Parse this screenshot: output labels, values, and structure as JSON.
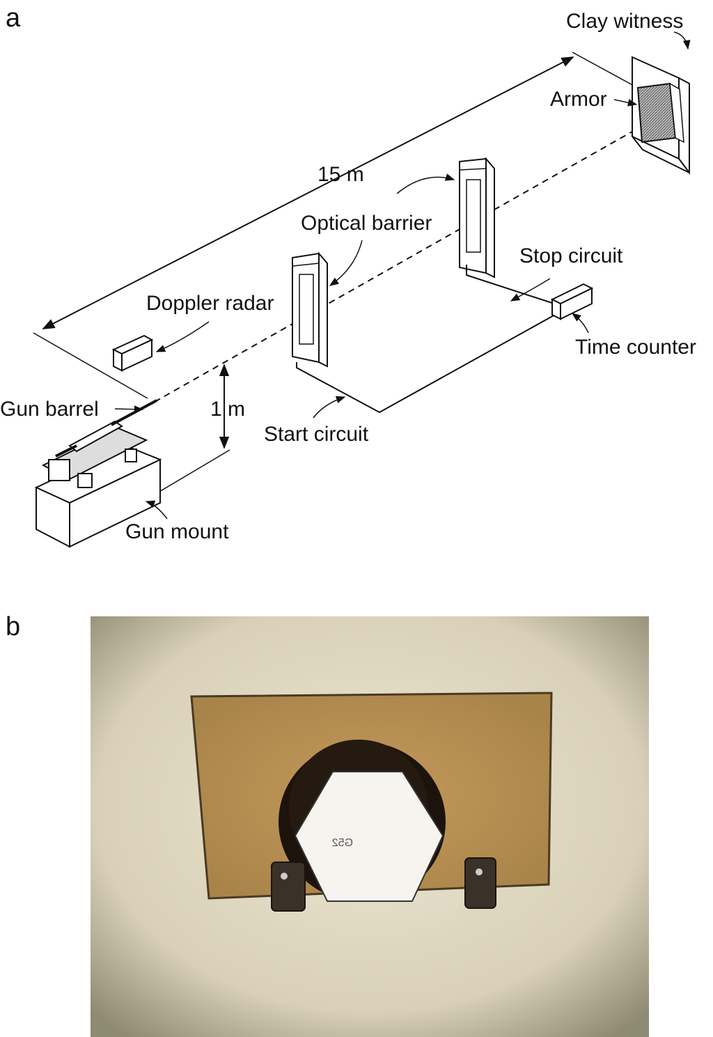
{
  "panels": {
    "a": "a",
    "b": "b"
  },
  "diagram": {
    "labels": {
      "clay_witness": "Clay witness",
      "armor": "Armor",
      "distance": "15 m",
      "optical_barrier": "Optical barrier",
      "stop_circuit": "Stop circuit",
      "doppler_radar": "Doppler radar",
      "time_counter": "Time counter",
      "gun_barrel": "Gun barrel",
      "height": "1 m",
      "start_circuit": "Start circuit",
      "gun_mount": "Gun mount"
    }
  },
  "photo": {
    "tile_marking": "G52"
  }
}
